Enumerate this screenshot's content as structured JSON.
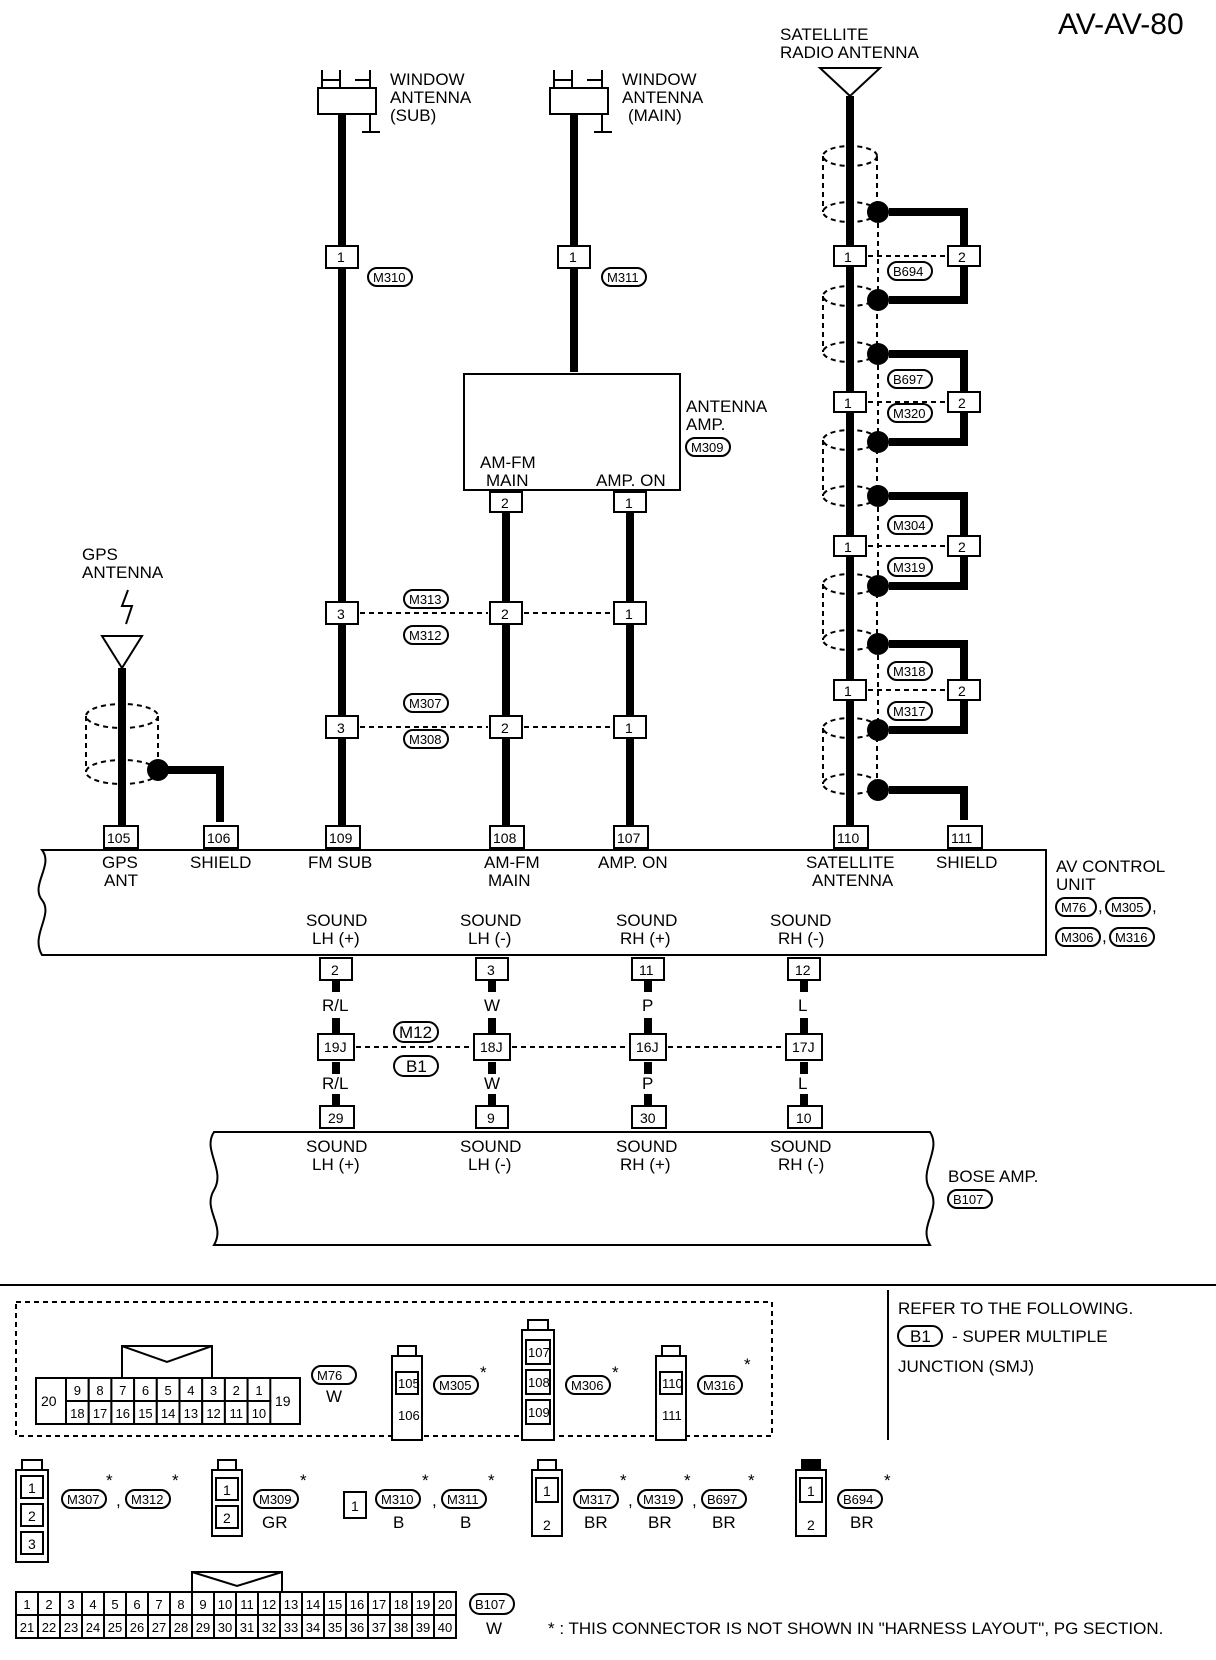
{
  "title": "AV-AV-80",
  "antennas": {
    "sat": [
      "SATELLITE",
      "RADIO ANTENNA"
    ],
    "win_sub": [
      "WINDOW",
      "ANTENNA",
      "(SUB)"
    ],
    "win_main": [
      "WINDOW",
      "ANTENNA",
      "(MAIN)"
    ],
    "gps": [
      "GPS",
      "ANTENNA"
    ]
  },
  "connectors": {
    "m310": "M310",
    "m311": "M311",
    "b694": "B694",
    "b697": "B697",
    "m320": "M320",
    "m304": "M304",
    "m319": "M319",
    "m318": "M318",
    "m317": "M317",
    "m309": "M309",
    "m313": "M313",
    "m312": "M312",
    "m307": "M307",
    "m308": "M308",
    "m12": "M12",
    "b1": "B1",
    "b107": "B107",
    "m76": "M76",
    "m305": "M305",
    "m306": "M306",
    "m316": "M316"
  },
  "pins": {
    "p1": "1",
    "p2": "2",
    "p3": "3",
    "p9": "9",
    "p10": "10",
    "p11": "11",
    "p12": "12",
    "p29": "29",
    "p30": "30",
    "p105": "105",
    "p106": "106",
    "p107": "107",
    "p108": "108",
    "p109": "109",
    "p110": "110",
    "p111": "111",
    "p16j": "16J",
    "p17j": "17J",
    "p18j": "18J",
    "p19j": "19J"
  },
  "wire_colors": {
    "b": "B",
    "rl": "R/L",
    "w": "W",
    "p": "P",
    "l": "L"
  },
  "amp": {
    "name": [
      "ANTENNA",
      "AMP."
    ],
    "in": [
      "AM-FM",
      "MAIN"
    ],
    "on": "AMP. ON"
  },
  "av_unit": {
    "name": [
      "AV CONTROL",
      "UNIT"
    ],
    "gps_ant": [
      "GPS",
      "ANT"
    ],
    "shield": "SHIELD",
    "fm_sub": "FM SUB",
    "amfm_main": [
      "AM-FM",
      "MAIN"
    ],
    "amp_on": "AMP. ON",
    "sat_ant": [
      "SATELLITE",
      "ANTENNA"
    ],
    "sound_lh_p": [
      "SOUND",
      "LH (+)"
    ],
    "sound_lh_m": [
      "SOUND",
      "LH (-)"
    ],
    "sound_rh_p": [
      "SOUND",
      "RH (+)"
    ],
    "sound_rh_m": [
      "SOUND",
      "RH (-)"
    ]
  },
  "bose": {
    "name": "BOSE AMP."
  },
  "legend": {
    "refer": "REFER TO THE FOLLOWING.",
    "smj1": "- SUPER MULTIPLE",
    "smj2": "JUNCTION (SMJ)",
    "star": "*",
    "comma": ",",
    "footnote": "* : THIS CONNECTOR IS NOT SHOWN IN \"HARNESS LAYOUT\", PG SECTION.",
    "color_w": "W",
    "color_b": "B",
    "color_gr": "GR",
    "color_br": "BR",
    "m76_top": [
      "9",
      "8",
      "7",
      "6",
      "5",
      "4",
      "3",
      "2",
      "1"
    ],
    "m76_bot": [
      "18",
      "17",
      "16",
      "15",
      "14",
      "13",
      "12",
      "11",
      "10"
    ],
    "m76_l": "20",
    "m76_r": "19",
    "m305_pins": [
      "105",
      "106"
    ],
    "m306_pins": [
      "107",
      "108",
      "109"
    ],
    "m316_pins": [
      "110",
      "111"
    ],
    "b107_top": [
      "1",
      "2",
      "3",
      "4",
      "5",
      "6",
      "7",
      "8",
      "9",
      "10",
      "11",
      "12",
      "13",
      "14",
      "15",
      "16",
      "17",
      "18",
      "19",
      "20"
    ],
    "b107_bot": [
      "21",
      "22",
      "23",
      "24",
      "25",
      "26",
      "27",
      "28",
      "29",
      "30",
      "31",
      "32",
      "33",
      "34",
      "35",
      "36",
      "37",
      "38",
      "39",
      "40"
    ]
  }
}
